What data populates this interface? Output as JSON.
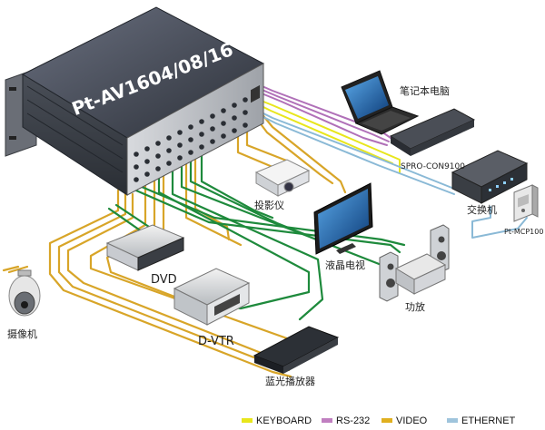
{
  "device_title": "Pt-AV1604/08/16",
  "labels": {
    "laptop": "笔记本电脑",
    "spro": "SPRO-CON9100",
    "switch": "交换机",
    "mcp": "Pt-MCP100",
    "projector": "投影仪",
    "lcd_tv": "液晶电视",
    "dvd": "DVD",
    "dvtr": "D-VTR",
    "amplifier": "功放",
    "camera": "摄像机",
    "bluray": "蓝光播放器"
  },
  "legend": [
    {
      "label": "KEYBOARD",
      "color": "#e8e61c"
    },
    {
      "label": "RS-232",
      "color": "#c07fc0"
    },
    {
      "label": "VIDEO",
      "color": "#e0b020"
    },
    {
      "label": "ETHERNET",
      "color": "#9fc4dc"
    }
  ],
  "colors": {
    "green_cable": "#1e8a3c",
    "yellow_cable": "#d8a528",
    "purple_cable": "#b070b8",
    "blue_cable": "#8ab9d6",
    "device_dark": "#3a3f48"
  }
}
